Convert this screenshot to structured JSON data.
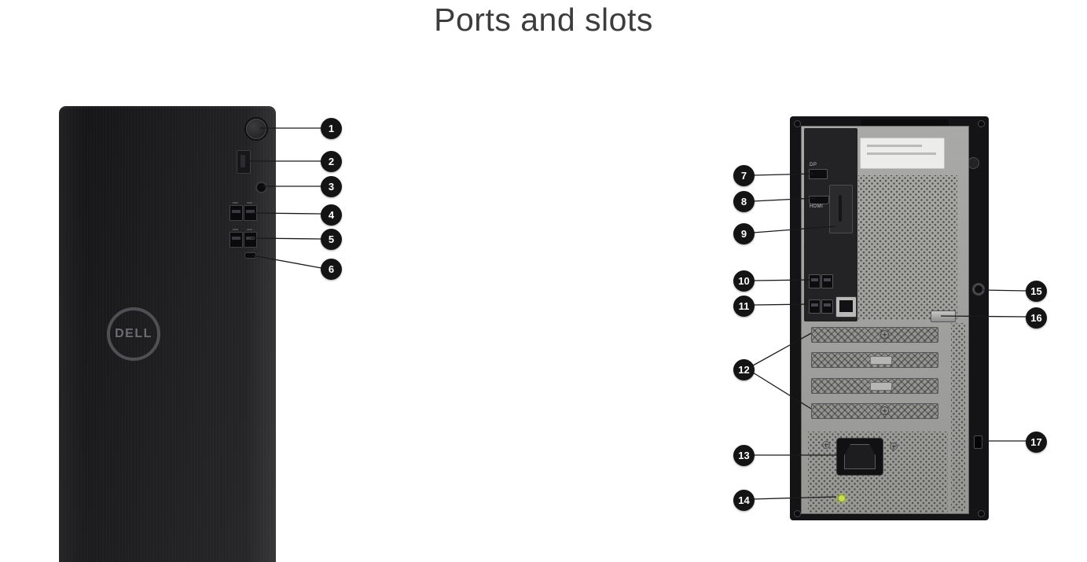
{
  "title": "Ports and slots",
  "front_view": {
    "brand_logo": "DELL",
    "callouts": [
      "1",
      "2",
      "3",
      "4",
      "5",
      "6"
    ]
  },
  "rear_view": {
    "callouts": [
      "7",
      "8",
      "9",
      "10",
      "11",
      "12",
      "13",
      "14",
      "15",
      "16",
      "17"
    ],
    "port_labels": {
      "displayport": "DP",
      "hdmi": "HDMI"
    }
  }
}
